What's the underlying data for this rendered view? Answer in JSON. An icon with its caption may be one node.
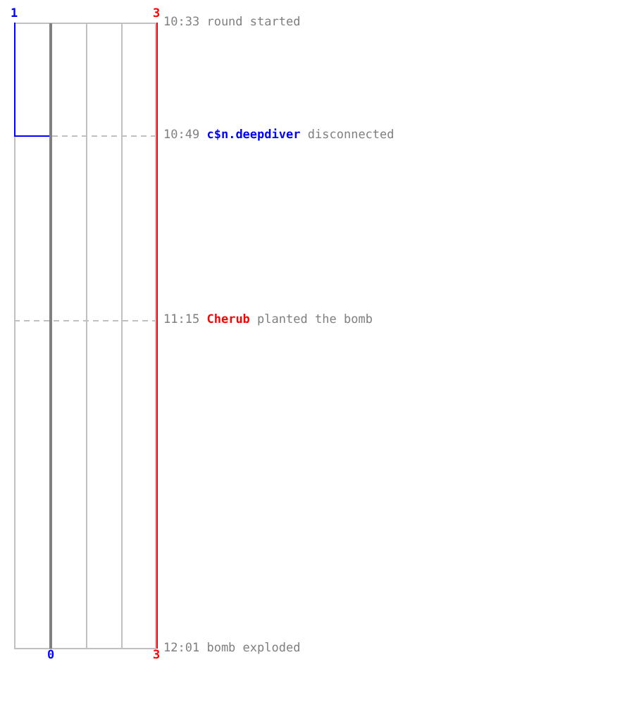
{
  "diagram": {
    "labels": [
      "1",
      "3",
      "10:33 round started",
      "10:49 **c$n.deepdiver** disconnected",
      "11:15 **Cherub** planted the bomb",
      "0",
      "3",
      "12:01 bomb exploded"
    ]
  }
}
